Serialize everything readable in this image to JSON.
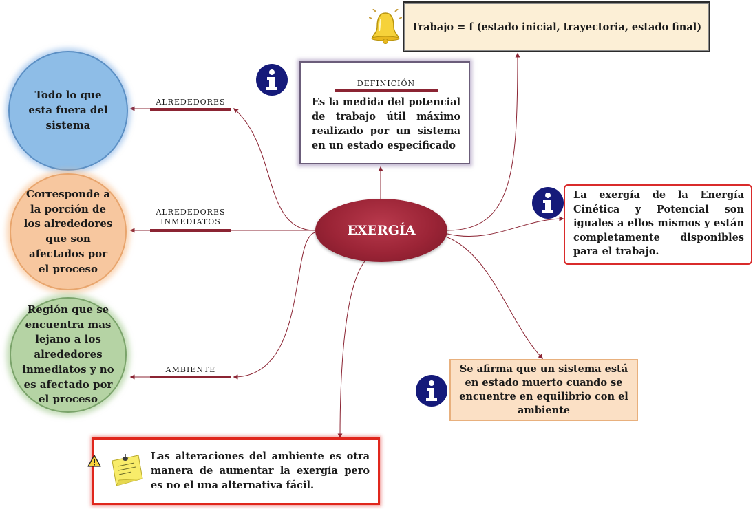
{
  "center": {
    "label": "EXERGÍA"
  },
  "circles": {
    "alrededores": "Todo lo que esta fuera del sistema",
    "inmediatos": "Corresponde a la porción de los alrededores que son afectados por el proceso",
    "ambiente": "Región que se encuentra mas lejano a los alrededores inmediatos y no es afectado por el proceso"
  },
  "relations": {
    "alrededores": "ALREDEDORES",
    "inmediatos_line1": "ALREDEDORES",
    "inmediatos_line2": "INMEDIATOS",
    "ambiente": "AMBIENTE"
  },
  "definition": {
    "title": "DEFINICIÓN",
    "text": "Es la medida del potencial de trabajo útil máximo realizado por un sistema en un estado especificado"
  },
  "trabajo": "Trabajo = f (estado inicial, trayectoria, estado final)",
  "cinetica": "La exergía de la Energía Cinética y Potencial son iguales a ellos mismos y están completamente disponibles para el trabajo.",
  "muerto": "Se afirma que un sistema está en estado muerto cuando se encuentre en equilibrio con el ambiente",
  "alteraciones": "Las alteraciones del ambiente es otra manera de aumentar la exergía pero es no el una alternativa fácil.",
  "icons": [
    "info-icon",
    "bell-icon",
    "warning-icon",
    "sticky-note-icon"
  ],
  "colors": {
    "center": "#9b2436",
    "connector": "#8b2433",
    "info": "#151a7a",
    "circle_blue": "#8ebde7",
    "circle_orange": "#f7c79f",
    "circle_green": "#b5d3a4"
  }
}
